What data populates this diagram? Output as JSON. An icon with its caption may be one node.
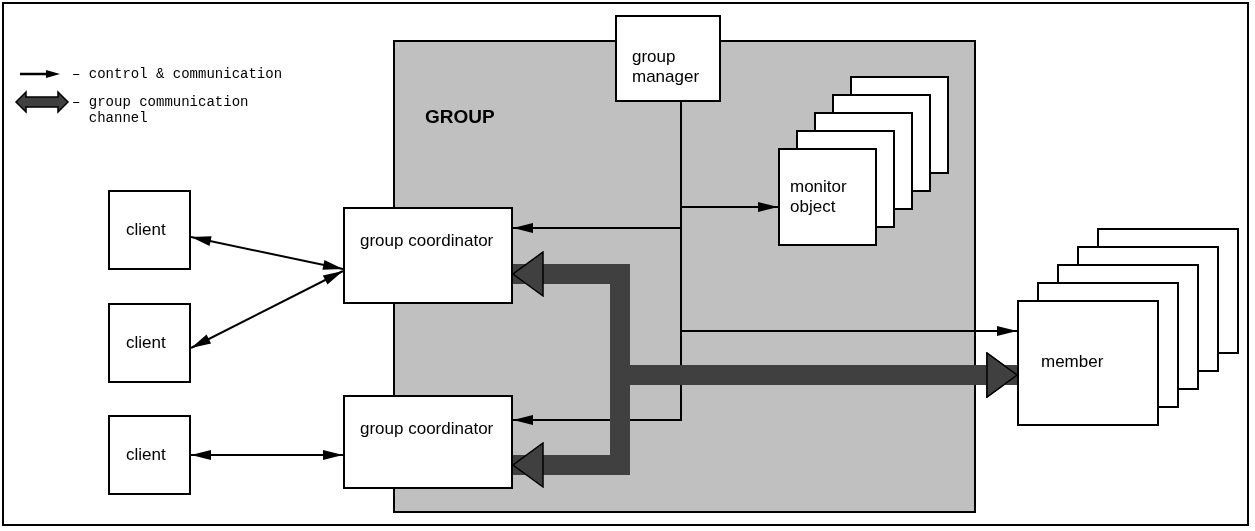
{
  "diagram": {
    "nodes": [
      {
        "text": [
          "GROUP"
        ]
      },
      {
        "text": [
          "group manager"
        ]
      },
      {
        "text": [
          "monitor object"
        ],
        "in": 0
      },
      {
        "text": [
          "group coordinator"
        ]
      },
      {
        "text": [
          "group coordinator"
        ]
      },
      {
        "text": [
          "member"
        ]
      },
      {
        "text": [
          "client"
        ]
      },
      {
        "text": [
          "client"
        ]
      },
      {
        "text": [
          "client"
        ]
      }
    ],
    "edges": [
      {
        "from": 6,
        "to": 3,
        "arrow": "both"
      },
      {
        "from": 7,
        "to": 3,
        "arrow": "both"
      },
      {
        "from": 8,
        "to": 4,
        "arrow": "both"
      },
      {
        "from": 1,
        "to": 2,
        "arrow": "to"
      },
      {
        "from": 1,
        "to": 3,
        "arrow": "to"
      },
      {
        "from": 1,
        "to": 5,
        "arrow": "to"
      },
      {
        "from": 1,
        "to": 4,
        "arrow": "to"
      },
      {
        "from": 5,
        "to": 3,
        "arrow": "both",
        "style": "thick",
        "color": "#404040"
      },
      {
        "from": 5,
        "to": 4,
        "arrow": "both",
        "style": "thick",
        "color": "#404040"
      }
    ],
    "legend": [
      {
        "text": "– control & communication"
      },
      {
        "text": "– group communication channel"
      }
    ]
  }
}
